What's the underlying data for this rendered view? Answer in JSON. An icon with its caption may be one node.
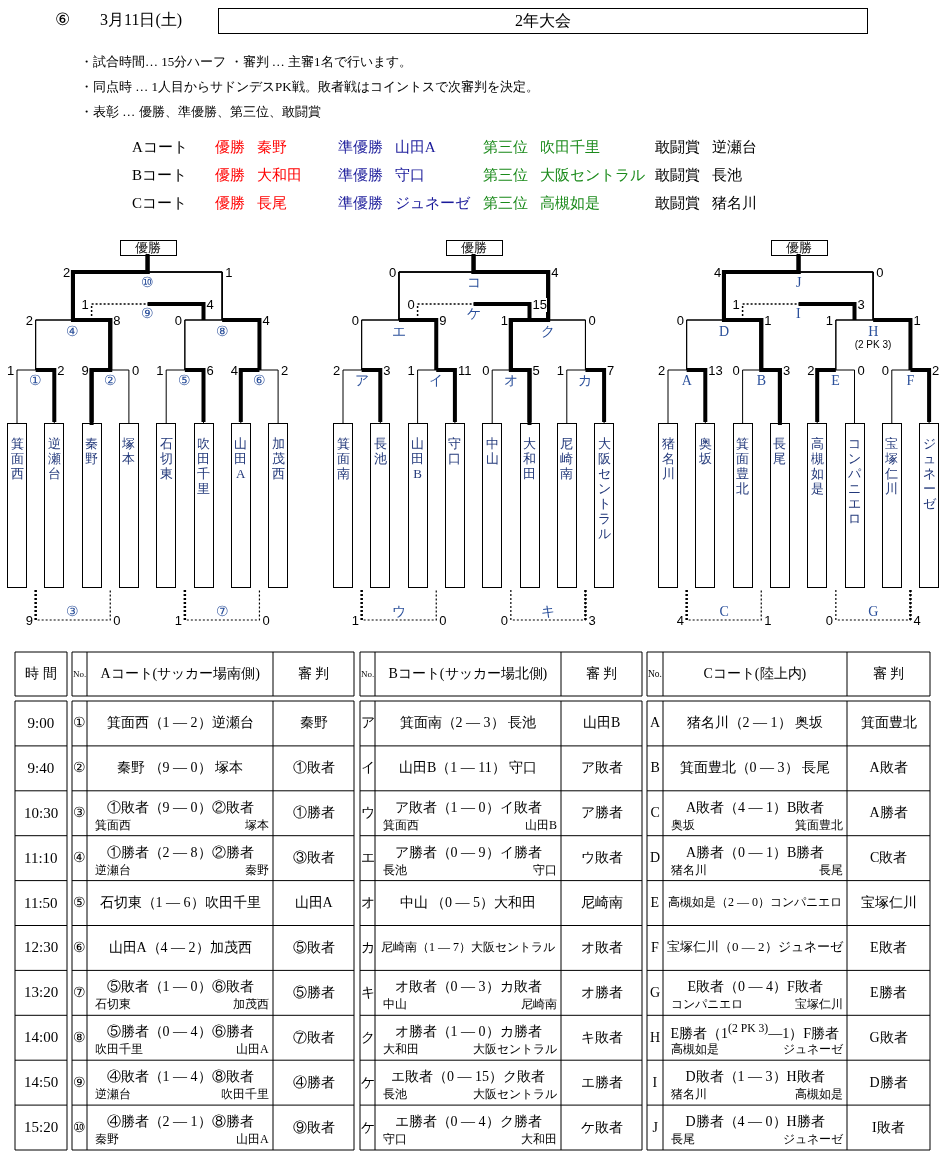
{
  "diagram": {
    "title": "2年大会",
    "nodes": [
      {
        "text": [
          "優勝"
        ]
      },
      {
        "text": [
          "箕面西"
        ]
      },
      {
        "text": [
          "逆瀬台"
        ]
      },
      {
        "text": [
          "秦野"
        ]
      },
      {
        "text": [
          "塚本"
        ]
      },
      {
        "text": [
          "石切東"
        ]
      },
      {
        "text": [
          "吹田千里"
        ]
      },
      {
        "text": [
          "山田A"
        ]
      },
      {
        "text": [
          "加茂西"
        ]
      },
      {
        "text": [
          "優勝"
        ]
      },
      {
        "text": [
          "箕面南"
        ]
      },
      {
        "text": [
          "長池"
        ]
      },
      {
        "text": [
          "山田B"
        ]
      },
      {
        "text": [
          "守口"
        ]
      },
      {
        "text": [
          "中山"
        ]
      },
      {
        "text": [
          "大和田"
        ]
      },
      {
        "text": [
          "尼崎南"
        ]
      },
      {
        "text": [
          "大阪セントラル"
        ]
      },
      {
        "text": [
          "優勝"
        ]
      },
      {
        "text": [
          "猪名川"
        ]
      },
      {
        "text": [
          "奥坂"
        ]
      },
      {
        "text": [
          "箕面豊北"
        ]
      },
      {
        "text": [
          "長尾"
        ]
      },
      {
        "text": [
          "高槻如是"
        ]
      },
      {
        "text": [
          "コンパニエロ"
        ]
      },
      {
        "text": [
          "宝塚仁川"
        ]
      },
      {
        "text": [
          "ジュネーゼ"
        ]
      }
    ],
    "edges": [
      {
        "from": 1,
        "to": 0,
        "arrow": "none"
      },
      {
        "from": 2,
        "to": 0,
        "arrow": "none"
      },
      {
        "from": 3,
        "to": 0,
        "arrow": "none",
        "style": "thick"
      },
      {
        "from": 4,
        "to": 0,
        "arrow": "none"
      },
      {
        "from": 5,
        "to": 0,
        "arrow": "none"
      },
      {
        "from": 6,
        "to": 0,
        "arrow": "none"
      },
      {
        "from": 7,
        "to": 0,
        "arrow": "none"
      },
      {
        "from": 8,
        "to": 0,
        "arrow": "none"
      },
      {
        "from": 10,
        "to": 9,
        "arrow": "none"
      },
      {
        "from": 11,
        "to": 9,
        "arrow": "none"
      },
      {
        "from": 12,
        "to": 9,
        "arrow": "none"
      },
      {
        "from": 13,
        "to": 9,
        "arrow": "none"
      },
      {
        "from": 14,
        "to": 9,
        "arrow": "none"
      },
      {
        "from": 15,
        "to": 9,
        "arrow": "none",
        "style": "thick"
      },
      {
        "from": 16,
        "to": 9,
        "arrow": "none"
      },
      {
        "from": 17,
        "to": 9,
        "arrow": "none"
      },
      {
        "from": 19,
        "to": 18,
        "arrow": "none"
      },
      {
        "from": 20,
        "to": 18,
        "arrow": "none"
      },
      {
        "from": 21,
        "to": 18,
        "arrow": "none"
      },
      {
        "from": 22,
        "to": 18,
        "arrow": "none",
        "style": "thick"
      },
      {
        "from": 23,
        "to": 18,
        "arrow": "none"
      },
      {
        "from": 24,
        "to": 18,
        "arrow": "none"
      },
      {
        "from": 25,
        "to": 18,
        "arrow": "none"
      },
      {
        "from": 26,
        "to": 18,
        "arrow": "none"
      }
    ],
    "labels": [
      "⑥",
      "3月11日(土)",
      "・試合時間… 15分ハーフ ・審判 … 主審1名で行います。",
      "・同点時 … 1人目からサドンデスPK戦。敗者戦はコイントスで次審判を決定。",
      "・表彰 … 優勝、準優勝、第三位、敢闘賞",
      "Aコート",
      "優勝 秦野",
      "準優勝 山田A",
      "第三位 吹田千里",
      "敢闘賞 逆瀬台",
      "Bコート",
      "優勝 大和田",
      "準優勝 守口",
      "第三位 大阪セントラル",
      "敢闘賞 長池",
      "Cコート",
      "優勝 長尾",
      "準優勝 ジュネーゼ",
      "第三位 高槻如是",
      "敢闘賞 猪名川",
      "2",
      "⑩",
      "1",
      "1",
      "⑨",
      "4",
      "2",
      "④",
      "8",
      "0",
      "⑧",
      "4",
      "1",
      "①",
      "2",
      "9",
      "②",
      "0",
      "1",
      "⑤",
      "6",
      "4",
      "⑥",
      "2",
      "9",
      "③",
      "0",
      "1",
      "⑦",
      "0",
      "0",
      "コ",
      "4",
      "0",
      "ケ",
      "15",
      "0",
      "エ",
      "9",
      "1",
      "ク",
      "0",
      "2",
      "ア",
      "3",
      "1",
      "イ",
      "11",
      "0",
      "オ",
      "5",
      "1",
      "カ",
      "7",
      "1",
      "ウ",
      "0",
      "0",
      "キ",
      "3",
      "4",
      "J",
      "0",
      "1",
      "I",
      "3",
      "0",
      "D",
      "1",
      "1",
      "H",
      "1",
      "2",
      "A",
      "13",
      "0",
      "B",
      "3",
      "2",
      "E",
      "0",
      "0",
      "F",
      "2",
      "4",
      "C",
      "1",
      "0",
      "G",
      "4",
      "(2 PK 3)",
      "時 間",
      "No.",
      "Aコート(サッカー場南側)",
      "審 判",
      "No.",
      "Bコート(サッカー場北側)",
      "審 判",
      "No.",
      "Cコート(陸上内)",
      "審 判",
      "9:00",
      "①",
      "箕面西（1 — 2）逆瀬台",
      "秦野",
      "ア",
      "箕面南（2 — 3） 長池",
      "山田B",
      "A",
      "猪名川（2 — 1） 奥坂",
      "箕面豊北",
      "9:40",
      "②",
      "秦野 （9 — 0） 塚本",
      "①敗者",
      "イ",
      "山田B（1 — 11） 守口",
      "ア敗者",
      "B",
      "箕面豊北（0 — 3） 長尾",
      "A敗者",
      "10:30",
      "③",
      "①敗者（9 — 0）②敗者",
      "箕面西",
      "塚本",
      "①勝者",
      "ウ",
      "ア敗者（1 — 0）イ敗者",
      "箕面西",
      "山田B",
      "ア勝者",
      "C",
      "A敗者（4 — 1）B敗者",
      "奥坂",
      "箕面豊北",
      "A勝者",
      "11:10",
      "④",
      "①勝者（2 — 8）②勝者",
      "逆瀬台",
      "秦野",
      "③敗者",
      "エ",
      "ア勝者（0 — 9）イ勝者",
      "長池",
      "守口",
      "ウ敗者",
      "D",
      "A勝者（0 — 1）B勝者",
      "猪名川",
      "長尾",
      "C敗者",
      "11:50",
      "⑤",
      "石切東（1 — 6）吹田千里",
      "山田A",
      "オ",
      "中山 （0 — 5）大和田",
      "尼崎南",
      "E",
      "高槻如是（2 — 0）コンパニエロ",
      "宝塚仁川",
      "12:30",
      "⑥",
      "山田A（4 — 2）加茂西",
      "⑤敗者",
      "カ",
      "尼崎南（1 — 7）大阪セントラル",
      "オ敗者",
      "F",
      "宝塚仁川（0 — 2）ジュネーゼ",
      "E敗者",
      "13:20",
      "⑦",
      "⑤敗者（1 — 0）⑥敗者",
      "石切東",
      "加茂西",
      "⑤勝者",
      "キ",
      "オ敗者（0 — 3）カ敗者",
      "中山",
      "尼崎南",
      "オ勝者",
      "G",
      "E敗者（0 — 4）F敗者",
      "コンパニエロ",
      "宝塚仁川",
      "E勝者",
      "14:00",
      "⑧",
      "⑤勝者（0 — 4）⑥勝者",
      "吹田千里",
      "山田A",
      "⑦敗者",
      "ク",
      "オ勝者（1 — 0）カ勝者",
      "大和田",
      "大阪セントラル",
      "キ敗者",
      "H",
      "E勝者（1$^{(2 PK 3)}$—1）F勝者",
      "高槻如是",
      "ジュネーゼ",
      "G敗者",
      "14:50",
      "⑨",
      "④敗者（1 — 4）⑧敗者",
      "逆瀬台",
      "吹田千里",
      "④勝者",
      "ケ",
      "エ敗者（0 — 15）ク敗者",
      "長池",
      "大阪セントラル",
      "エ勝者",
      "I",
      "D敗者（1 — 3）H敗者",
      "猪名川",
      "高槻如是",
      "D勝者",
      "15:20",
      "⑩",
      "④勝者（2 — 1）⑧勝者",
      "秦野",
      "山田A",
      "⑨敗者",
      "ケ",
      "エ勝者（0 — 4）ク勝者",
      "守口",
      "大和田",
      "ケ敗者",
      "J",
      "D勝者（4 — 0）H勝者",
      "長尾",
      "ジュネーゼ",
      "I敗者"
    ]
  }
}
